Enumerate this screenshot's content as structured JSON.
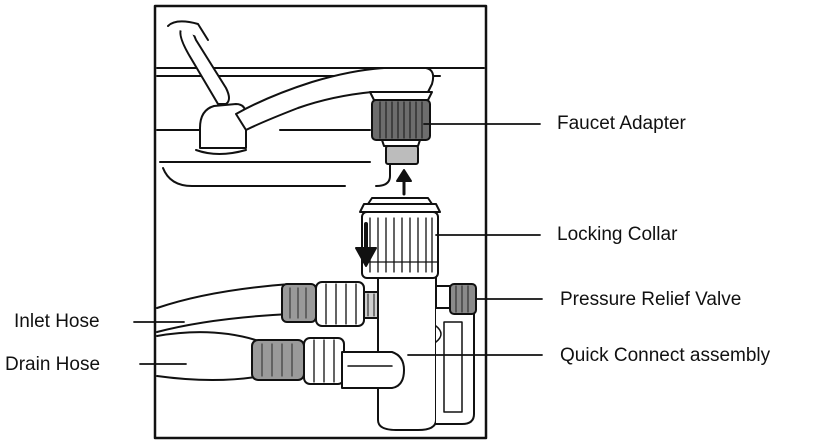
{
  "labels": {
    "faucet_adapter": "Faucet Adapter",
    "locking_collar": "Locking Collar",
    "pressure_relief_valve": "Pressure Relief Valve",
    "quick_connect_assembly": "Quick Connect assembly",
    "inlet_hose": "Inlet Hose",
    "drain_hose": "Drain Hose"
  },
  "colors": {
    "line": "#111111",
    "fill_light": "#ffffff",
    "fill_mid": "#cfcfcf",
    "fill_dark": "#6d6d6d"
  }
}
